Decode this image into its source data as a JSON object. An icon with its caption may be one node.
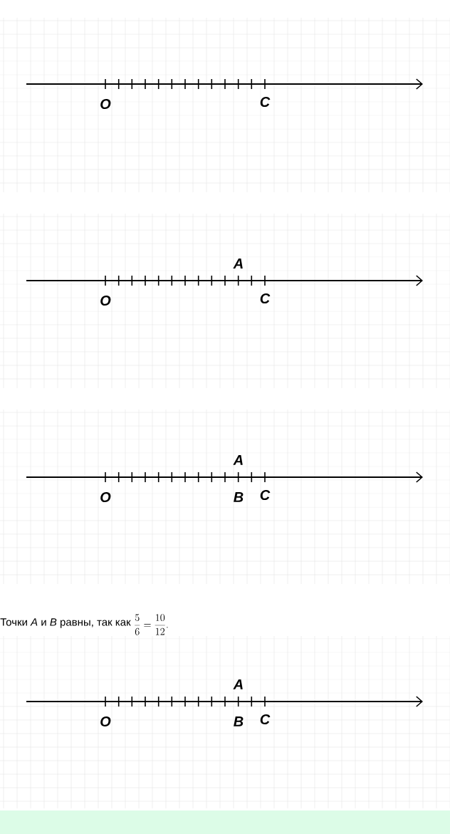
{
  "diagram": {
    "labels": [
      "O",
      "C",
      "A",
      "O",
      "C",
      "A",
      "O",
      "B",
      "C",
      "Точки *A* и *B* равны, так как",
      "\\frac{5}{6}=\\frac{10}{12}.",
      "A",
      "O",
      "B",
      "C"
    ]
  }
}
